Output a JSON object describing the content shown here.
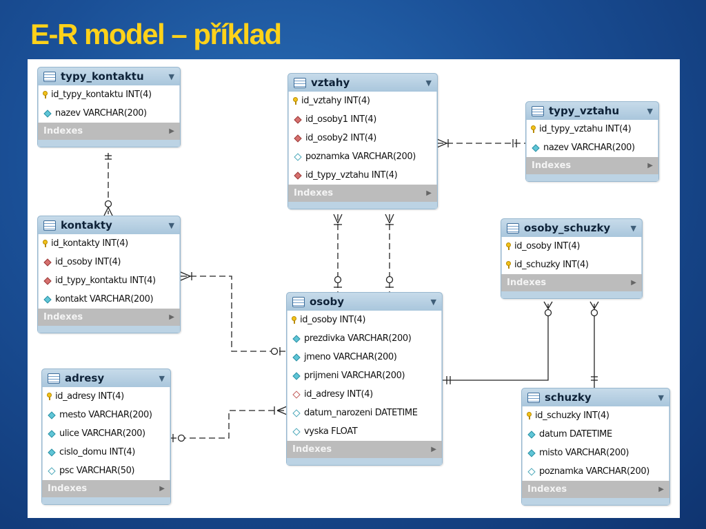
{
  "slide": {
    "title": "E-R model – příklad"
  },
  "tables": {
    "typy_kontaktu": {
      "name": "typy_kontaktu",
      "columns": [
        {
          "label": "id_typy_kontaktu INT(4)",
          "icon": "primary-key-icon"
        },
        {
          "label": "nazev VARCHAR(200)",
          "icon": "column-diamond-icon"
        }
      ],
      "indexes": "Indexes"
    },
    "vztahy": {
      "name": "vztahy",
      "columns": [
        {
          "label": "id_vztahy INT(4)",
          "icon": "primary-key-icon"
        },
        {
          "label": "id_osoby1 INT(4)",
          "icon": "foreign-key-diamond-icon"
        },
        {
          "label": "id_osoby2 INT(4)",
          "icon": "foreign-key-diamond-icon"
        },
        {
          "label": "poznamka VARCHAR(200)",
          "icon": "nullable-column-diamond-icon"
        },
        {
          "label": "id_typy_vztahu INT(4)",
          "icon": "foreign-key-diamond-icon"
        }
      ],
      "indexes": "Indexes"
    },
    "typy_vztahu": {
      "name": "typy_vztahu",
      "columns": [
        {
          "label": "id_typy_vztahu INT(4)",
          "icon": "primary-key-icon"
        },
        {
          "label": "nazev VARCHAR(200)",
          "icon": "column-diamond-icon"
        }
      ],
      "indexes": "Indexes"
    },
    "kontakty": {
      "name": "kontakty",
      "columns": [
        {
          "label": "id_kontakty INT(4)",
          "icon": "primary-key-icon"
        },
        {
          "label": "id_osoby INT(4)",
          "icon": "foreign-key-diamond-icon"
        },
        {
          "label": "id_typy_kontaktu INT(4)",
          "icon": "foreign-key-diamond-icon"
        },
        {
          "label": "kontakt VARCHAR(200)",
          "icon": "column-diamond-icon"
        }
      ],
      "indexes": "Indexes"
    },
    "osoby_schuzky": {
      "name": "osoby_schuzky",
      "columns": [
        {
          "label": "id_osoby INT(4)",
          "icon": "primary-key-icon"
        },
        {
          "label": "id_schuzky INT(4)",
          "icon": "primary-key-icon"
        }
      ],
      "indexes": "Indexes"
    },
    "osoby": {
      "name": "osoby",
      "columns": [
        {
          "label": "id_osoby INT(4)",
          "icon": "primary-key-icon"
        },
        {
          "label": "prezdivka VARCHAR(200)",
          "icon": "column-diamond-icon"
        },
        {
          "label": "jmeno VARCHAR(200)",
          "icon": "column-diamond-icon"
        },
        {
          "label": "prijmeni VARCHAR(200)",
          "icon": "column-diamond-icon"
        },
        {
          "label": "id_adresy INT(4)",
          "icon": "nullable-foreign-key-diamond-icon"
        },
        {
          "label": "datum_narozeni DATETIME",
          "icon": "nullable-column-diamond-icon"
        },
        {
          "label": "vyska FLOAT",
          "icon": "nullable-column-diamond-icon"
        }
      ],
      "indexes": "Indexes"
    },
    "adresy": {
      "name": "adresy",
      "columns": [
        {
          "label": "id_adresy INT(4)",
          "icon": "primary-key-icon"
        },
        {
          "label": "mesto VARCHAR(200)",
          "icon": "column-diamond-icon"
        },
        {
          "label": "ulice VARCHAR(200)",
          "icon": "column-diamond-icon"
        },
        {
          "label": "cislo_domu INT(4)",
          "icon": "column-diamond-icon"
        },
        {
          "label": "psc VARCHAR(50)",
          "icon": "nullable-column-diamond-icon"
        }
      ],
      "indexes": "Indexes"
    },
    "schuzky": {
      "name": "schuzky",
      "columns": [
        {
          "label": "id_schuzky INT(4)",
          "icon": "primary-key-icon"
        },
        {
          "label": "datum DATETIME",
          "icon": "column-diamond-icon"
        },
        {
          "label": "misto VARCHAR(200)",
          "icon": "column-diamond-icon"
        },
        {
          "label": "poznamka VARCHAR(200)",
          "icon": "nullable-column-diamond-icon"
        }
      ],
      "indexes": "Indexes"
    }
  },
  "colors": {
    "title": "#ffd21a",
    "table_header": "#a9c6dc",
    "relationship_line": "#222222"
  }
}
